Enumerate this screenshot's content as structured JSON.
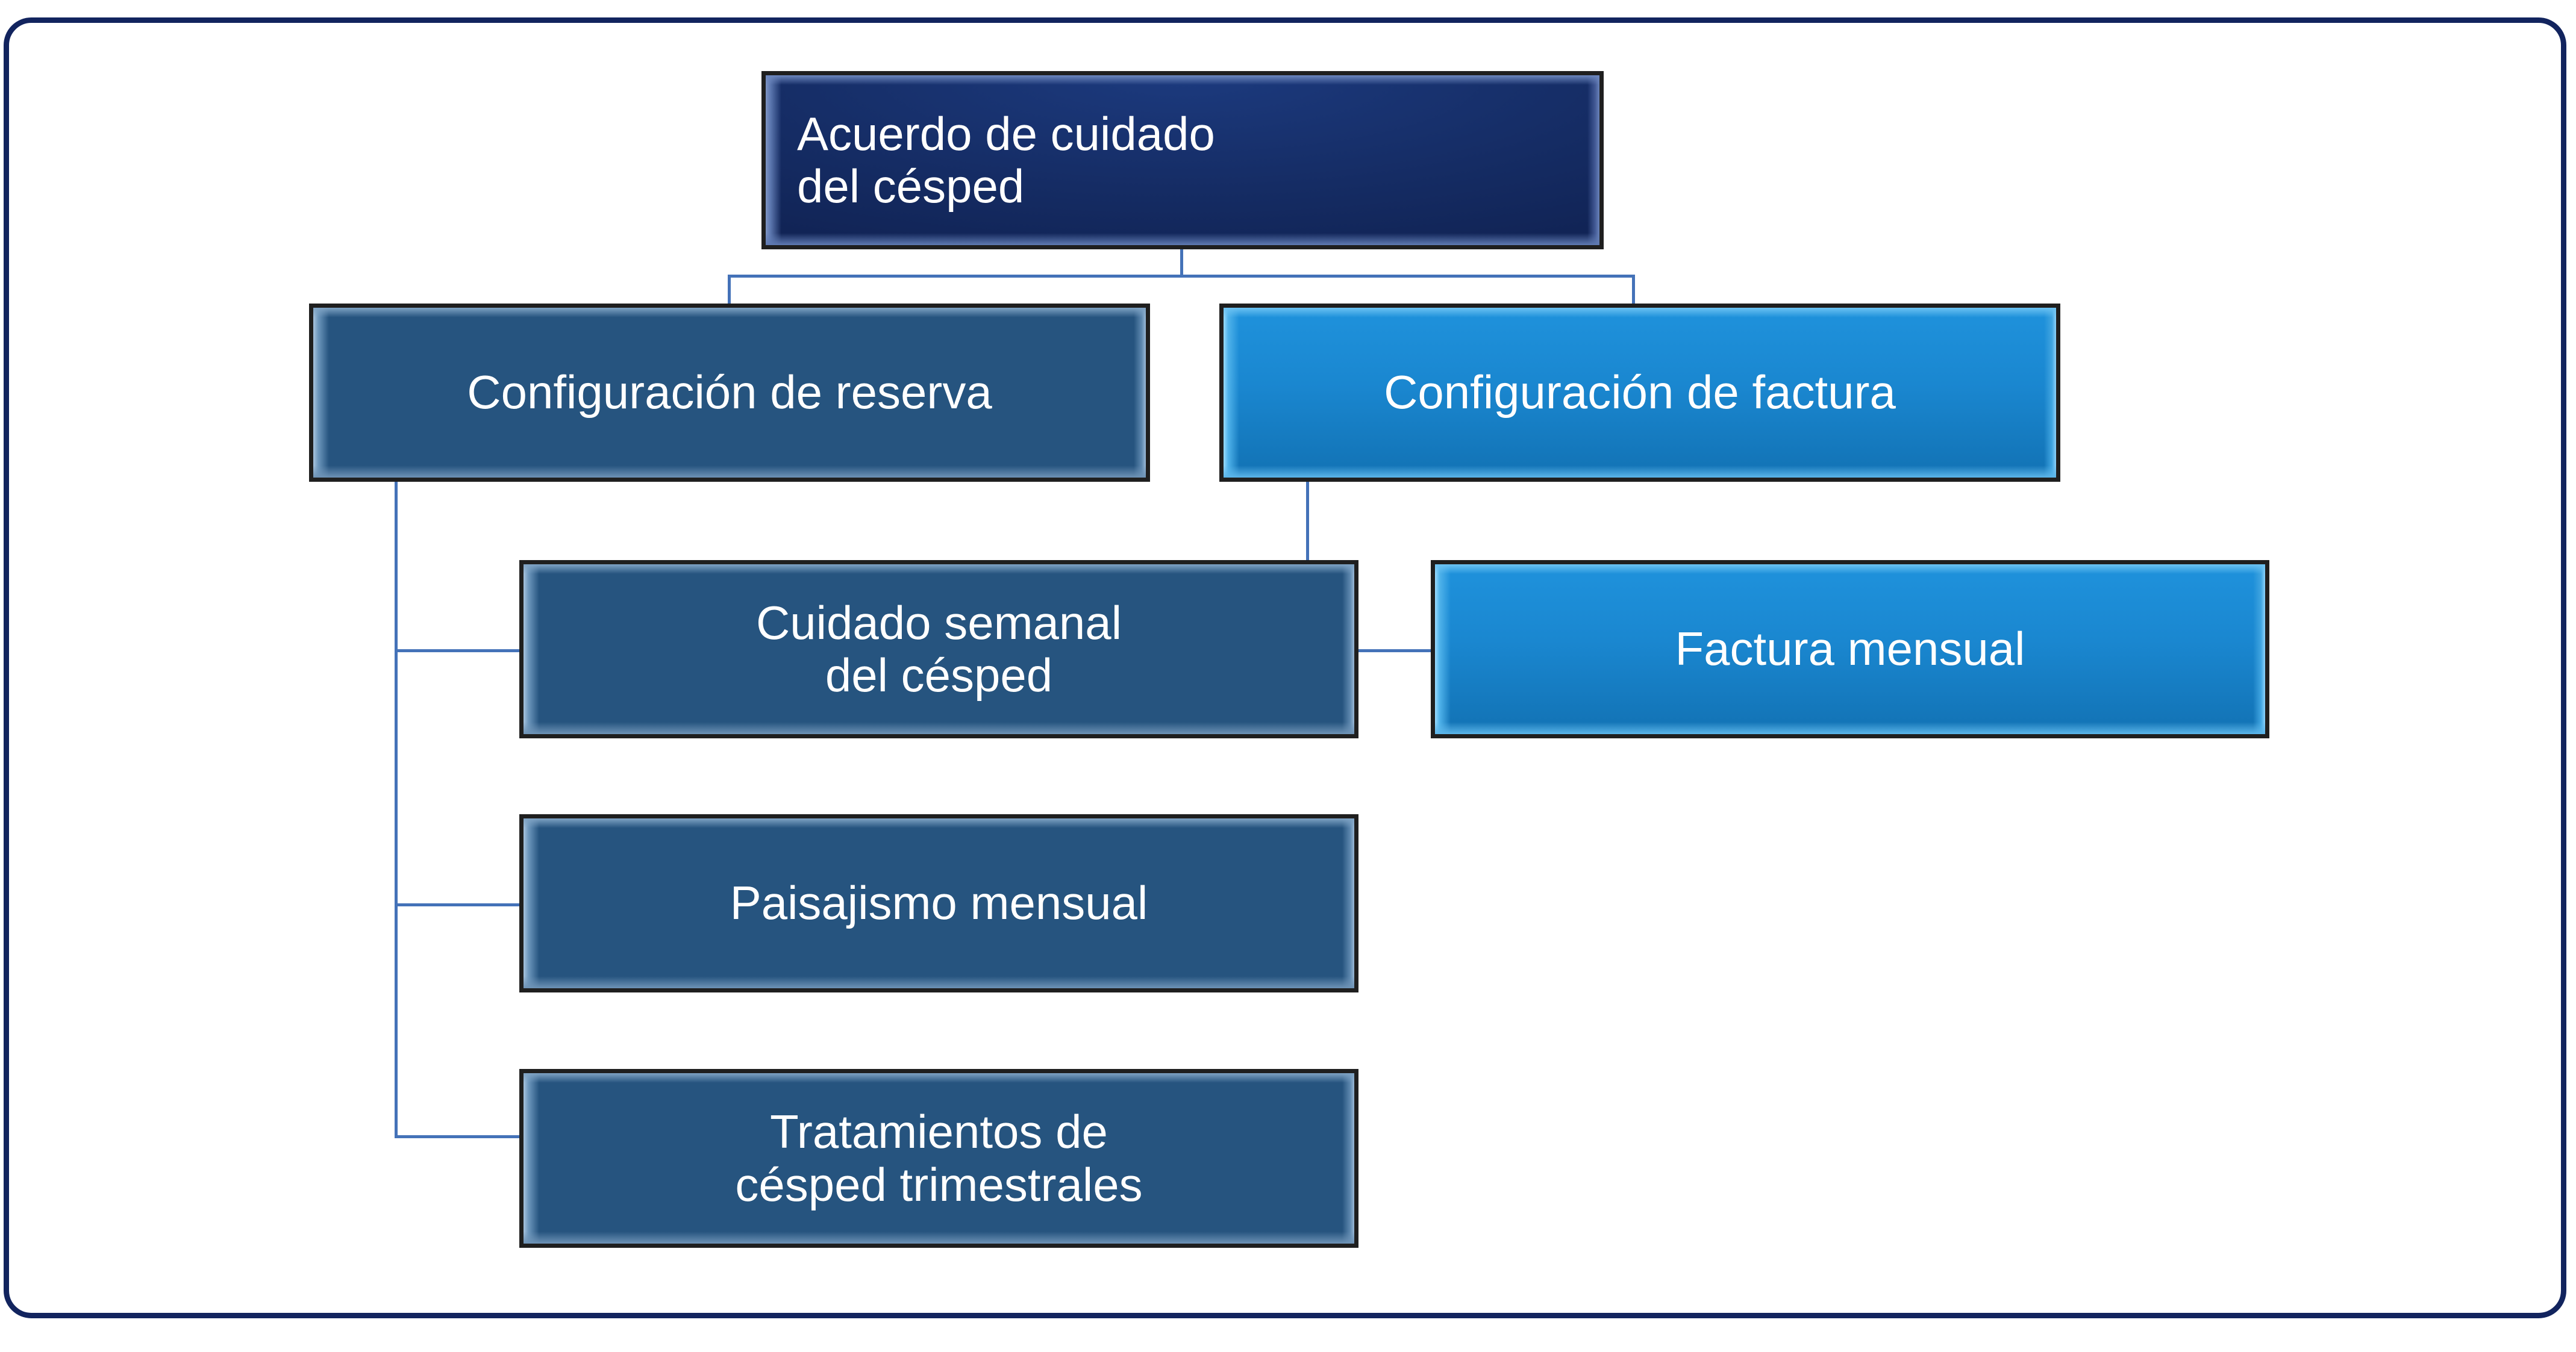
{
  "diagram": {
    "type": "organization-chart",
    "title": "Acuerdo de cuidado del césped",
    "colors": {
      "frame_border": "#12245e",
      "connector": "#4472b8",
      "root_fill": "#152c64",
      "branch_dark_fill": "#26547f",
      "branch_bright_fill": "#1a87d0",
      "node_border": "#1f1f1f",
      "text": "#ffffff",
      "background": "#ffffff"
    },
    "nodes": [
      {
        "id": "root",
        "label": "Acuerdo de cuidado\ndel césped",
        "level": 1,
        "style": "navy"
      },
      {
        "id": "config-reserva",
        "label": "Configuración de reserva",
        "level": 2,
        "style": "steel",
        "parent": "root"
      },
      {
        "id": "config-factura",
        "label": "Configuración de factura",
        "level": 2,
        "style": "bright",
        "parent": "root"
      },
      {
        "id": "cuidado-semanal",
        "label": "Cuidado semanal\ndel césped",
        "level": 3,
        "style": "steel",
        "parent": "config-reserva"
      },
      {
        "id": "factura-mensual",
        "label": "Factura mensual",
        "level": 3,
        "style": "bright",
        "parent": "config-factura"
      },
      {
        "id": "paisajismo-mensual",
        "label": "Paisajismo mensual",
        "level": 3,
        "style": "steel",
        "parent": "config-reserva"
      },
      {
        "id": "tratamientos-trimestrales",
        "label": "Tratamientos de\ncésped trimestrales",
        "level": 3,
        "style": "steel",
        "parent": "config-reserva"
      }
    ],
    "edges": [
      {
        "from": "root",
        "to": "config-reserva"
      },
      {
        "from": "root",
        "to": "config-factura"
      },
      {
        "from": "config-reserva",
        "to": "cuidado-semanal"
      },
      {
        "from": "config-reserva",
        "to": "paisajismo-mensual"
      },
      {
        "from": "config-reserva",
        "to": "tratamientos-trimestrales"
      },
      {
        "from": "config-factura",
        "to": "factura-mensual"
      },
      {
        "from": "cuidado-semanal",
        "to": "factura-mensual"
      }
    ]
  }
}
